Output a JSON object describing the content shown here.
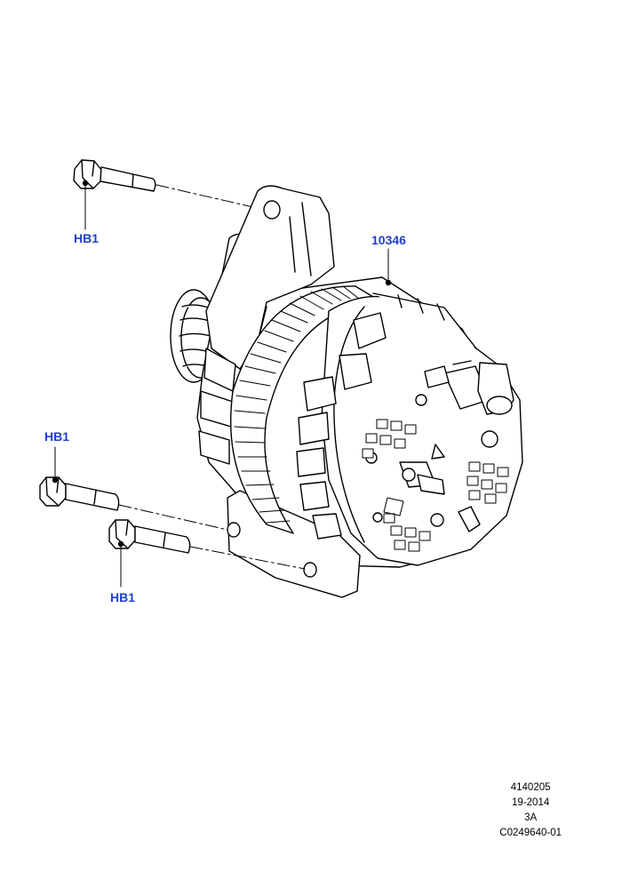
{
  "callouts": {
    "top_bolt": "HB1",
    "alternator": "10346",
    "left_bolt": "HB1",
    "lower_bolt": "HB1"
  },
  "info_block": {
    "line1": "4140205",
    "line2": "19-2014",
    "line3": "3A",
    "line4": "C0249640-01"
  },
  "colors": {
    "callout": "#1f3fd0",
    "line": "#000000"
  }
}
